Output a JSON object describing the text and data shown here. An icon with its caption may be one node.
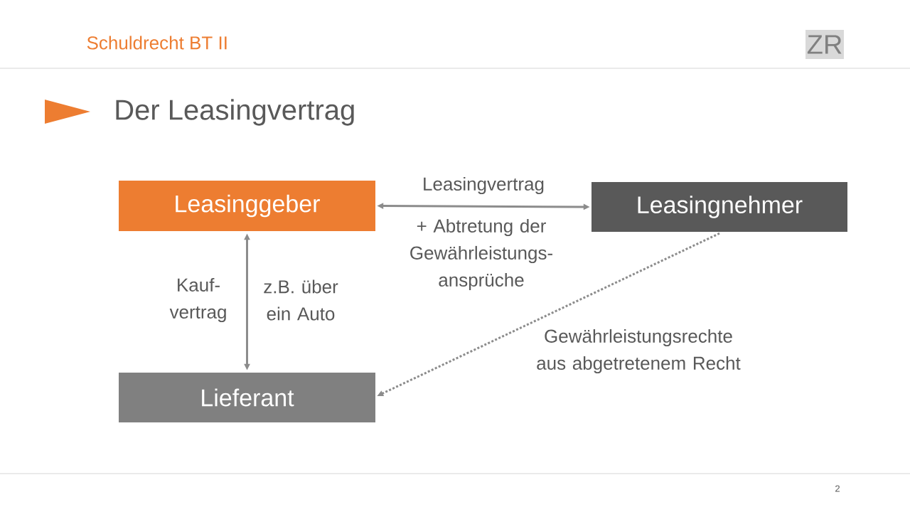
{
  "diagram": {
    "title": "Der Leasingvertrag",
    "nodes": [
      {
        "text": [
          "Leasinggeber"
        ]
      },
      {
        "text": [
          "Leasingnehmer"
        ]
      },
      {
        "text": [
          "Lieferant"
        ]
      }
    ],
    "edges": [
      {
        "from": 0,
        "to": 1,
        "arrow": "both",
        "label": "Leasingvertrag"
      },
      {
        "from": 0,
        "to": 2,
        "arrow": "both"
      },
      {
        "from": 1,
        "to": 2,
        "arrow": "to",
        "style": "dashed",
        "label": "Gewährleistungsrechte aus abgetretenem Recht"
      }
    ],
    "labels": [
      "Schuldrecht BT II",
      "ZR",
      "+ Abtretung der Gewährleistungs- ansprüche",
      "Kauf- vertrag",
      "z.B. über ein Auto",
      "2"
    ]
  }
}
